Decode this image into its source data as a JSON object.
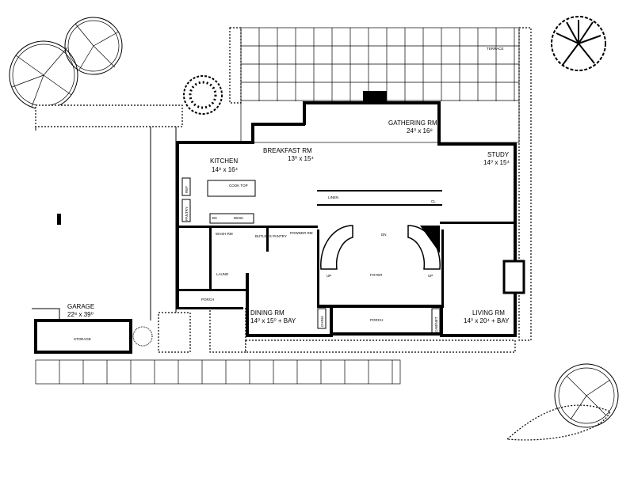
{
  "rooms": {
    "terrace": "TERRACE",
    "gathering": {
      "name": "GATHERING RM.",
      "dims": "24⁰ x 16⁸"
    },
    "breakfast": {
      "name": "BREAKFAST RM",
      "dims": "13⁰ x 15⁴"
    },
    "kitchen": {
      "name": "KITCHEN",
      "dims": "14⁸ x 16⁴"
    },
    "study": {
      "name": "STUDY",
      "dims": "14⁰ x 15⁴"
    },
    "dining": {
      "name": "DINING RM",
      "dims": "14⁰ x 15⁰ + BAY"
    },
    "living": {
      "name": "LIVING RM",
      "dims": "14⁰ x 20⁴ + BAY"
    },
    "foyer": "FOYER",
    "front_porch": "PORCH",
    "side_porch": "PORCH",
    "wash": "WASH RM",
    "laund": "LAUND",
    "powder": "POWDER RM",
    "butlers_pantry": "BUTLERS PANTRY",
    "linen": "LINEN",
    "garage": {
      "name": "GARAGE",
      "dims": "22⁸ x 39⁰"
    },
    "storage": "STORAGE"
  },
  "small_labels": {
    "cooktop": "COOK TOP",
    "desk": "DESK",
    "bc": "BC",
    "cl": "CL",
    "up": "UP",
    "dn": "DN",
    "china": "CHINA",
    "cabinet": "CABINET",
    "ref": "REF",
    "pantry": "PANTRY"
  }
}
